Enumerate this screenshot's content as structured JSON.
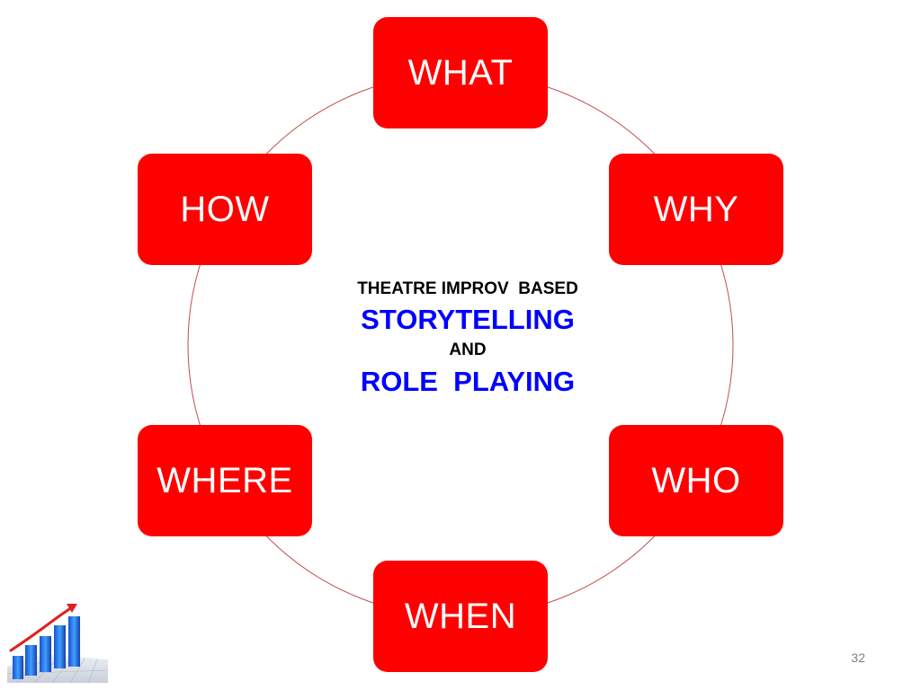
{
  "colors": {
    "node_fill": "#ff0000",
    "ring_stroke": "#c0504d",
    "node_text": "#ffffff",
    "accent_blue": "#0000ff",
    "body_text": "#000000"
  },
  "cycle": {
    "nodes": [
      "WHAT",
      "WHY",
      "WHO",
      "WHEN",
      "WHERE",
      "HOW"
    ]
  },
  "center": {
    "line1": "THEATRE IMPROV  BASED",
    "line2": "STORYTELLING",
    "line3": "AND",
    "line4": "ROLE  PLAYING"
  },
  "footer": {
    "slide_number": "32"
  },
  "logo_icon": "bar-chart-growth-icon"
}
